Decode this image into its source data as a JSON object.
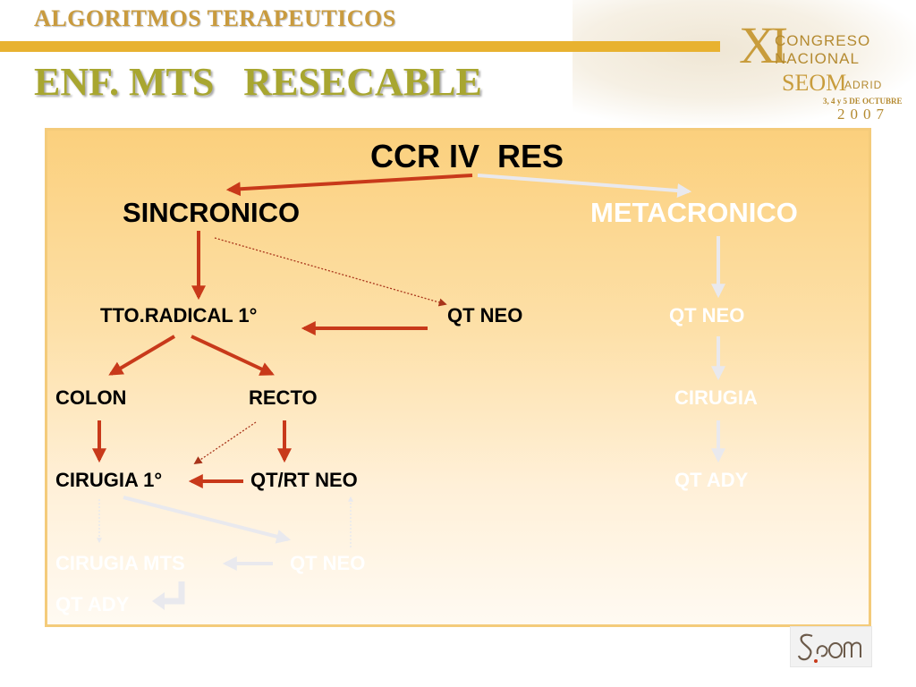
{
  "header": {
    "subtitle": "ALGORITMOS TERAPEUTICOS",
    "title": "ENF. MTS   RESECABLE"
  },
  "congress": {
    "roman": "XI",
    "line1": "CONGRESO",
    "line2": "NACIONAL",
    "seom": "SEOM",
    "city": "ADRID",
    "dates": "3, 4 y 5 DE OCTUBRE",
    "year": "2007"
  },
  "diagram": {
    "root": "CCR IV  RES",
    "sincronico": "SINCRONICO",
    "metacronico": "METACRONICO",
    "tto_radical": "TTO.RADICAL 1°",
    "qt_neo_center": "QT NEO",
    "qt_neo_right": "QT NEO",
    "colon": "COLON",
    "recto": "RECTO",
    "cirugia_right": "CIRUGIA",
    "cirugia_1": "CIRUGIA 1°",
    "qt_rt_neo": "QT/RT NEO",
    "qt_ady_right": "QT ADY",
    "cirugia_mts": "CIRUGIA MTS",
    "qt_neo_bottom": "QT NEO",
    "qt_ady_bottom": "QT ADY"
  },
  "colors": {
    "active_arrow": "#c8391a",
    "faded_arrow": "#e9e9ee",
    "dotted_link": "#a8341a",
    "accent_gold": "#e8b230",
    "title_olive": "#a8a630"
  },
  "logo": {
    "icon": "seom-logo"
  }
}
